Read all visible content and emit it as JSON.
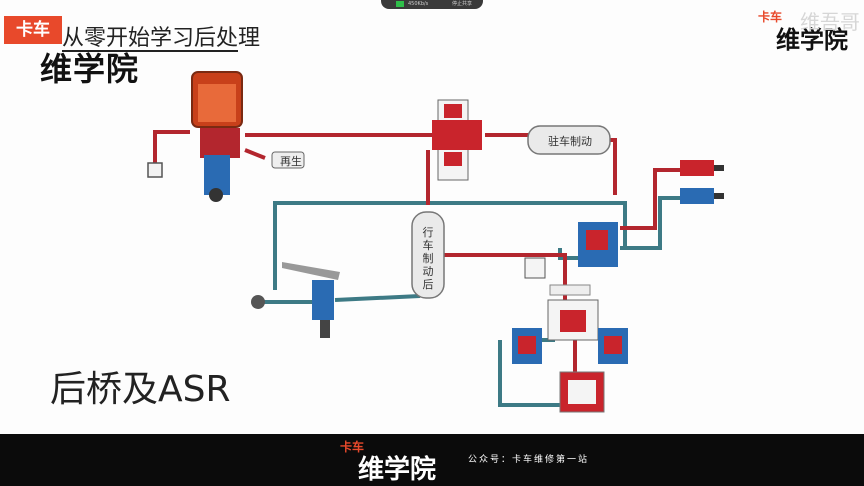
{
  "header": {
    "logo_badge": "卡车",
    "logo_main": "维学院",
    "series_title": "从零开始学习后处理",
    "logo_right_top": "卡车",
    "logo_right_main": "维学院",
    "watermark": "维吾哥"
  },
  "meeting": {
    "speed": "450Kb/s",
    "action": "停止共享"
  },
  "diagram": {
    "label_regen": "再生",
    "label_parking": "驻车制动",
    "label_service_tank": "行车制动后"
  },
  "slide": {
    "title": "后桥及ASR"
  },
  "footer": {
    "logo_top": "卡车",
    "logo_main": "维学院",
    "account": "公众号：卡车维修第一站"
  },
  "colors": {
    "brand_red": "#e8492b",
    "pipe_red": "#b3262e",
    "pipe_teal": "#3d7a85",
    "component_blue": "#2a6bb3"
  }
}
